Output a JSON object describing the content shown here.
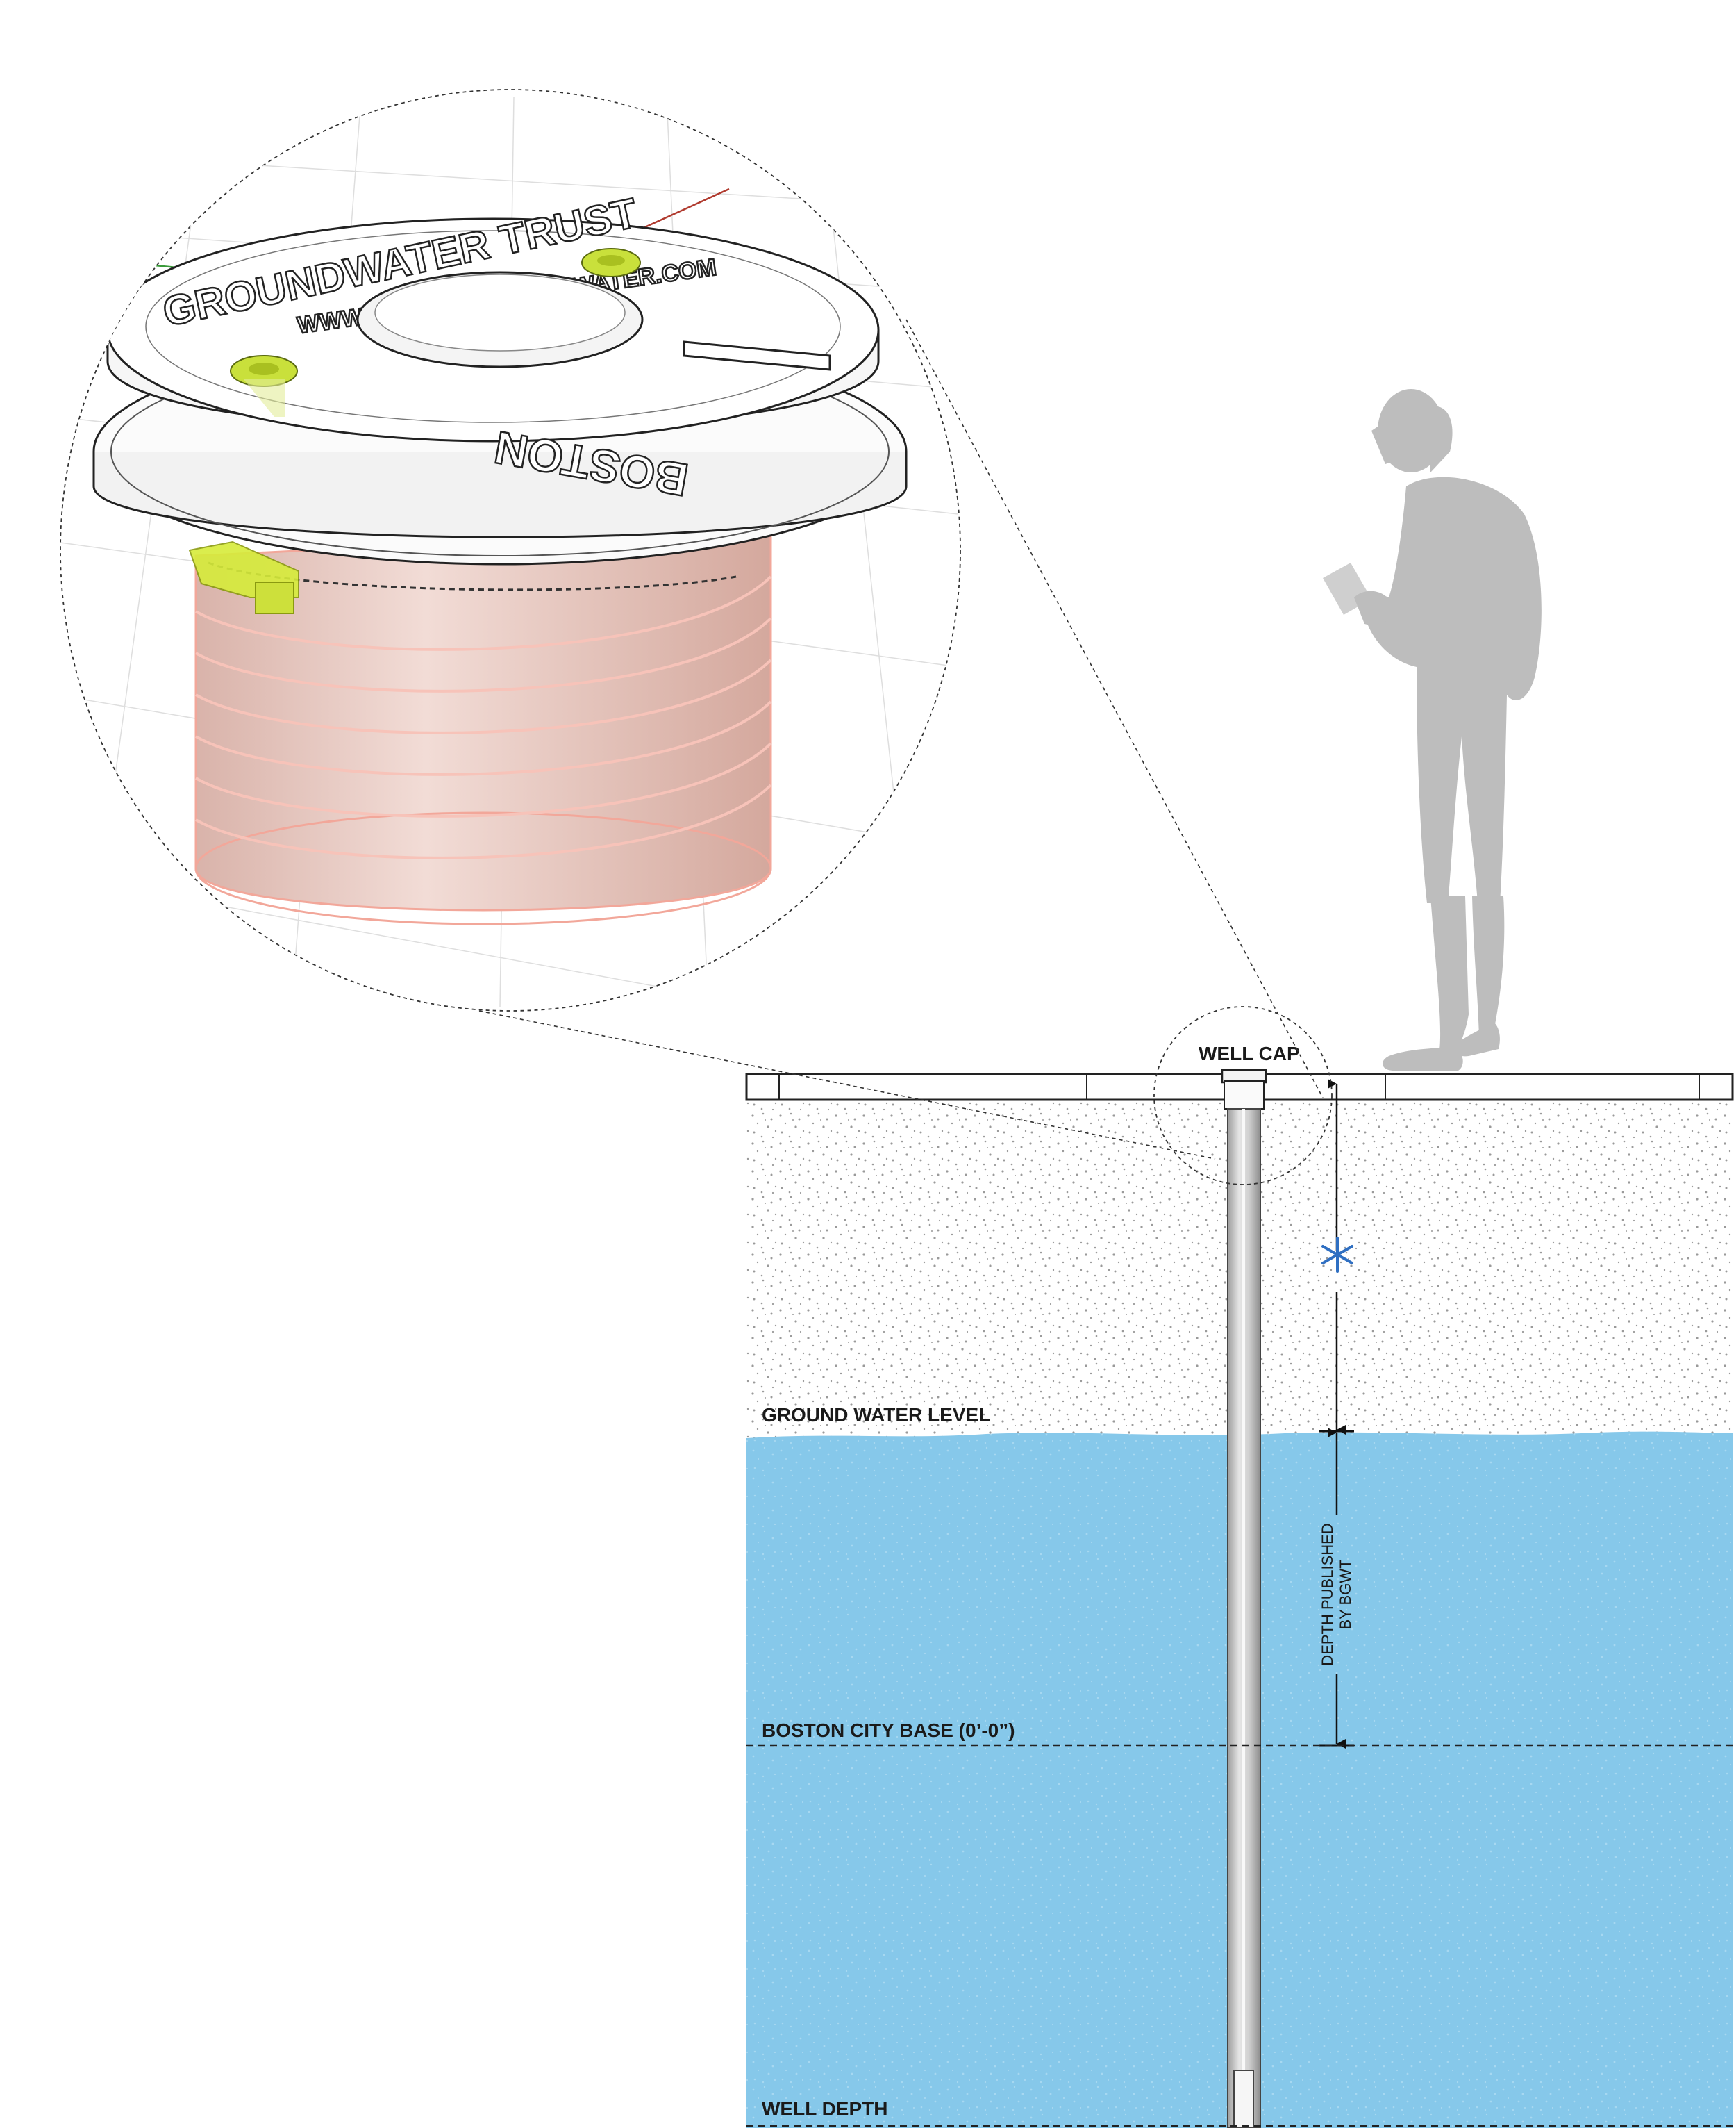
{
  "colors": {
    "water": "#86c8ea",
    "soil_dots": "#9a9a9a",
    "person": "#bdbdbd",
    "pipe": "#c9c9c9",
    "well_body": "#e9c9c1",
    "well_rings": "#f2a79a",
    "bolt": "#c9e03b",
    "marker": "#2f6fc2"
  },
  "icons": {
    "asterisk_marker": "asterisk-icon",
    "person": "person-reading-phone-silhouette"
  },
  "labels": {
    "well_cap": "WELL CAP",
    "ground_water_level": "GROUND WATER LEVEL",
    "boston_city_base": "BOSTON CITY BASE (0’-0”)",
    "well_depth": "WELL DEPTH",
    "depth_published_line1": "DEPTH PUBLISHED",
    "depth_published_line2": "BY BGWT"
  },
  "cap_inscriptions": {
    "outer": "GROUNDWATER TRUST",
    "bottom": "BOSTON",
    "inner": "WWW.BOSTONGROUNDWATER.COM",
    "inner_short": "WWW.BOS"
  }
}
